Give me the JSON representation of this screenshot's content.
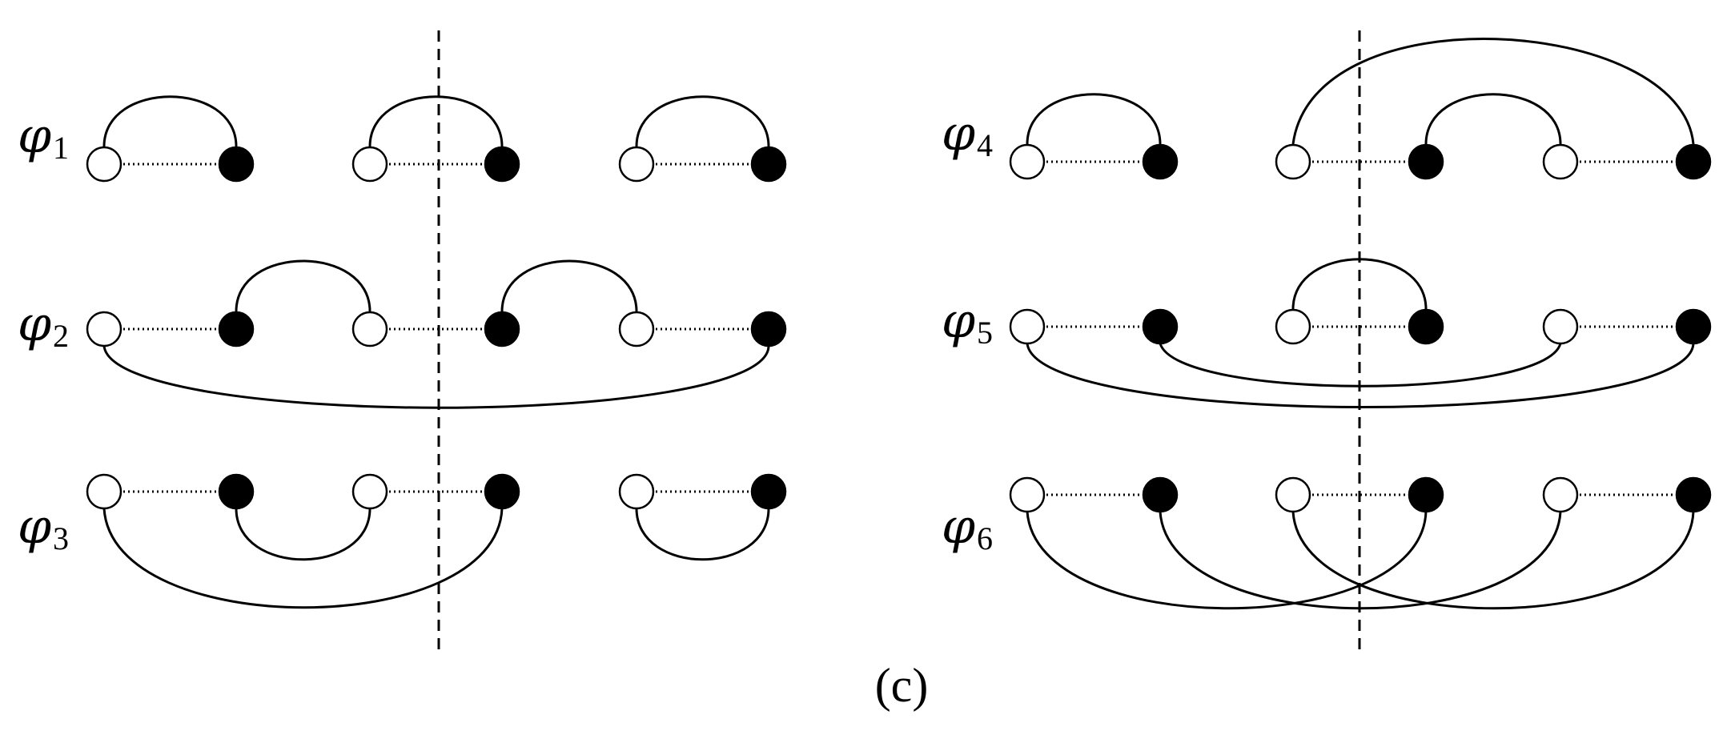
{
  "figure": {
    "caption": "(c)",
    "colors": {
      "ink": "#000000",
      "background": "#ffffff"
    },
    "panels": [
      {
        "id": "left",
        "rows": [
          {
            "symbol": "φ",
            "index": "1",
            "arc_style": "above",
            "arcs": [
              [
                0,
                1
              ],
              [
                2,
                3
              ],
              [
                4,
                5
              ]
            ]
          },
          {
            "symbol": "φ",
            "index": "2",
            "arc_style": "mixed",
            "arcs_above": [
              [
                1,
                2
              ],
              [
                3,
                4
              ]
            ],
            "arcs_below": [
              [
                0,
                5
              ]
            ]
          },
          {
            "symbol": "φ",
            "index": "3",
            "arc_style": "below",
            "arcs": [
              [
                1,
                2
              ],
              [
                0,
                3
              ],
              [
                4,
                5
              ]
            ]
          }
        ]
      },
      {
        "id": "right",
        "rows": [
          {
            "symbol": "φ",
            "index": "4",
            "arc_style": "above",
            "arcs": [
              [
                0,
                1
              ],
              [
                3,
                4
              ],
              [
                2,
                5
              ]
            ]
          },
          {
            "symbol": "φ",
            "index": "5",
            "arc_style": "mixed",
            "arcs_above": [
              [
                2,
                3
              ]
            ],
            "arcs_below": [
              [
                1,
                4
              ],
              [
                0,
                5
              ]
            ]
          },
          {
            "symbol": "φ",
            "index": "6",
            "arc_style": "below",
            "arcs": [
              [
                0,
                3
              ],
              [
                1,
                4
              ],
              [
                2,
                5
              ]
            ]
          }
        ]
      }
    ],
    "node_pattern": [
      "open",
      "filled",
      "open",
      "filled",
      "open",
      "filled"
    ],
    "cut_line": "dashed vertical line in each panel"
  }
}
